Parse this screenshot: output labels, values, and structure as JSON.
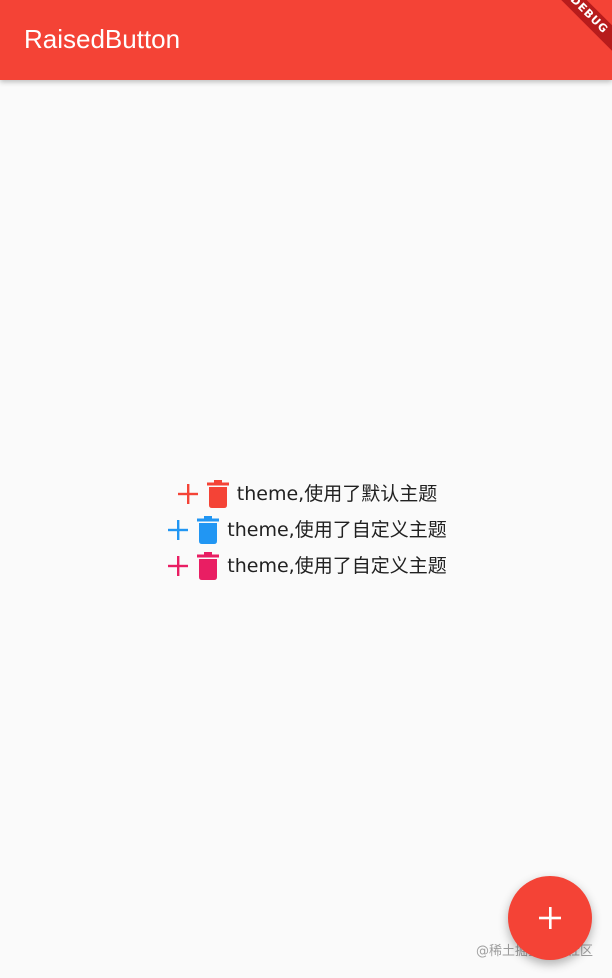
{
  "app_bar": {
    "title": "RaisedButton",
    "color": "#f44336"
  },
  "debug_banner": {
    "label": "DEBUG"
  },
  "rows": [
    {
      "add_icon": "plus-icon",
      "delete_icon": "trash-icon",
      "color": "#f44336",
      "label": "theme,使用了默认主题"
    },
    {
      "add_icon": "plus-icon",
      "delete_icon": "trash-icon",
      "color": "#2196f3",
      "label": "theme,使用了自定义主题"
    },
    {
      "add_icon": "plus-icon",
      "delete_icon": "trash-icon",
      "color": "#e91e63",
      "label": "theme,使用了自定义主题"
    }
  ],
  "fab": {
    "icon": "plus-icon",
    "color": "#f44336"
  },
  "watermark": {
    "text": "@稀土掘金技术社区"
  }
}
